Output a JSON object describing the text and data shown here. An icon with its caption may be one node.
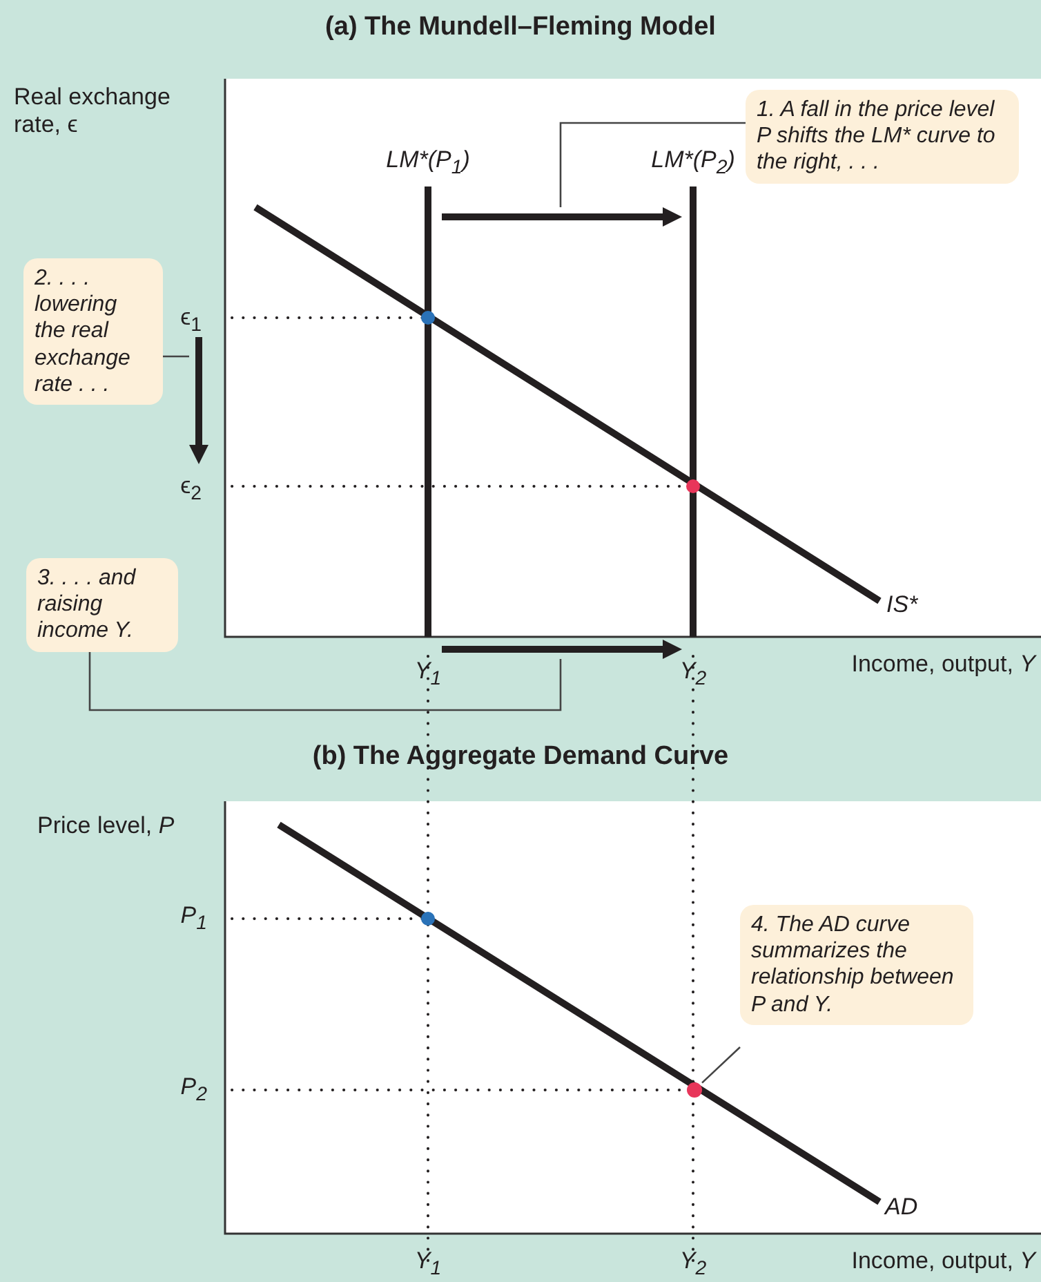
{
  "diagram": {
    "nodes": [
      {
        "text": [
          "1. A fall in the price level P shifts the LM* curve to the right, . . ."
        ]
      },
      {
        "text": [
          "2. . . . lowering the real exchange rate . . ."
        ]
      },
      {
        "text": [
          "3. . . . and raising income Y."
        ]
      },
      {
        "text": [
          "4. The AD curve summarizes the relationship between P and Y."
        ]
      },
      {
        "text": [],
        "shape": "arrow"
      },
      {
        "text": [],
        "shape": "arrow"
      },
      {
        "text": [],
        "shape": "arrow"
      },
      {
        "text": [],
        "shape": "circle"
      },
      {
        "text": [],
        "shape": "circle"
      },
      {
        "text": [],
        "shape": "circle"
      },
      {
        "text": [],
        "shape": "circle"
      }
    ],
    "edges": [
      {
        "from": 0,
        "to": 4,
        "arrow": "none"
      },
      {
        "from": 1,
        "to": 5,
        "arrow": "none"
      },
      {
        "from": 2,
        "to": 6,
        "arrow": "none"
      },
      {
        "from": 3,
        "to": 10,
        "arrow": "none"
      }
    ],
    "labels": [
      "(a) The Mundell–Fleming Model",
      "Real exchange rate, ϵ",
      "LM*(P$_{1}$)",
      "LM*(P$_{2}$)",
      "ϵ$_{1}$",
      "ϵ$_{2}$",
      "IS*",
      "Y$_{1}$",
      "Y$_{2}$",
      "Income, output, *Y*",
      "(b) The Aggregate Demand Curve",
      "Price level, *P*",
      "P$_{1}$",
      "P$_{2}$",
      "AD",
      "Y$_{1}$",
      "Y$_{2}$",
      "Income, output, *Y*"
    ]
  }
}
